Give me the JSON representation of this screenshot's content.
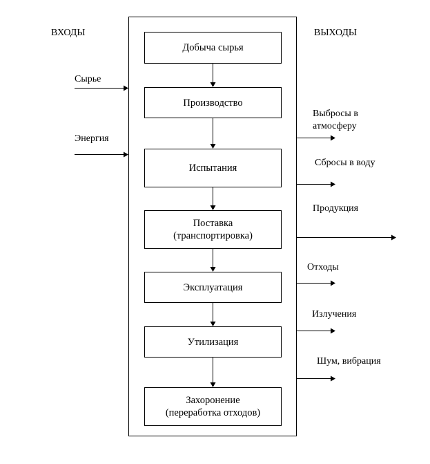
{
  "headers": {
    "inputs": "ВХОДЫ",
    "outputs": "ВЫХОДЫ"
  },
  "inputs": [
    {
      "label": "Сырье"
    },
    {
      "label": "Энергия"
    }
  ],
  "stages": [
    {
      "label": "Добыча сырья"
    },
    {
      "label": "Производство"
    },
    {
      "label": "Испытания"
    },
    {
      "label": "Поставка\n(транспортировка)"
    },
    {
      "label": "Эксплуатация"
    },
    {
      "label": "Утилизация"
    },
    {
      "label": "Захоронение\n(переработка отходов)"
    }
  ],
  "outputs": [
    {
      "label": "Выбросы в\nатмосферу"
    },
    {
      "label": "Сбросы в воду"
    },
    {
      "label": "Продукция"
    },
    {
      "label": "Отходы"
    },
    {
      "label": "Излучения"
    },
    {
      "label": "Шум, вибрация"
    }
  ]
}
